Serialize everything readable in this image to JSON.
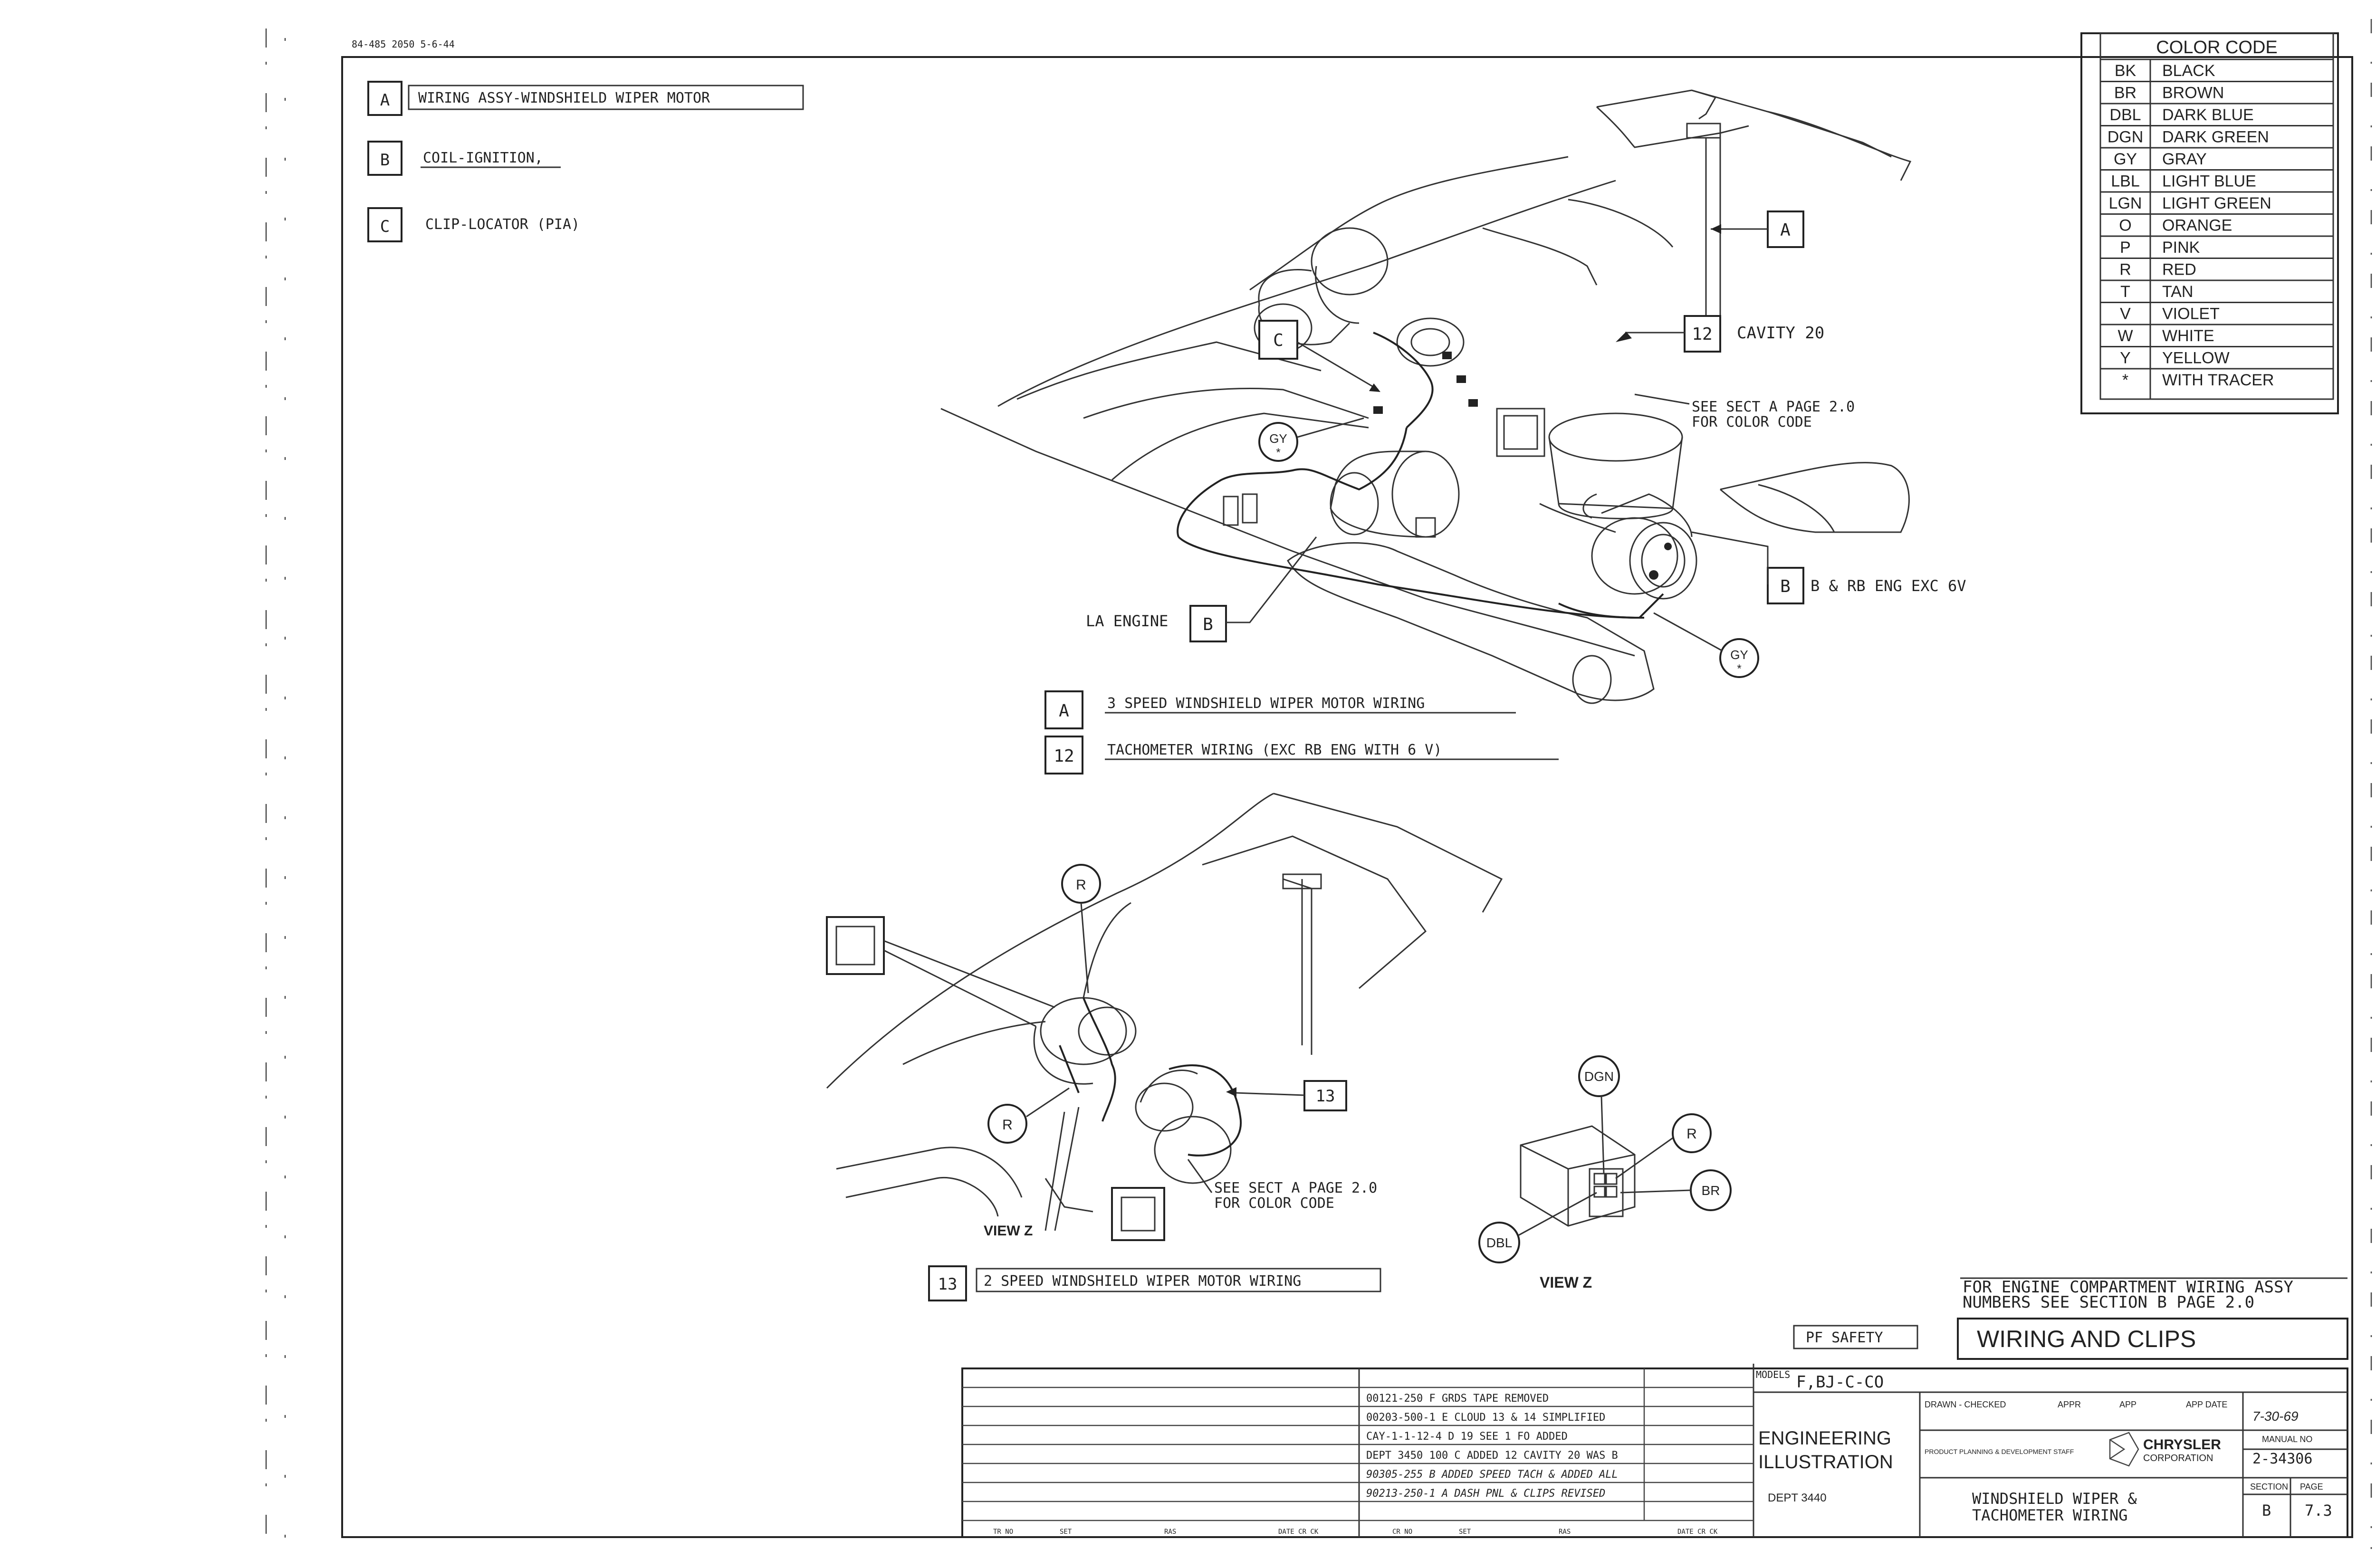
{
  "doc_code": "84-485 2050 5-6-44",
  "legend_top": [
    {
      "key": "A",
      "text": "WIRING ASSY-WINDSHIELD WIPER MOTOR"
    },
    {
      "key": "B",
      "text": "COIL-IGNITION,"
    },
    {
      "key": "C",
      "text": "CLIP-LOCATOR (PIA)"
    }
  ],
  "color_code": {
    "title": "COLOR CODE",
    "rows": [
      {
        "code": "BK",
        "name": "BLACK"
      },
      {
        "code": "BR",
        "name": "BROWN"
      },
      {
        "code": "DBL",
        "name": "DARK BLUE"
      },
      {
        "code": "DGN",
        "name": "DARK GREEN"
      },
      {
        "code": "GY",
        "name": "GRAY"
      },
      {
        "code": "LBL",
        "name": "LIGHT BLUE"
      },
      {
        "code": "LGN",
        "name": "LIGHT GREEN"
      },
      {
        "code": "O",
        "name": "ORANGE"
      },
      {
        "code": "P",
        "name": "PINK"
      },
      {
        "code": "R",
        "name": "RED"
      },
      {
        "code": "T",
        "name": "TAN"
      },
      {
        "code": "V",
        "name": "VIOLET"
      },
      {
        "code": "W",
        "name": "WHITE"
      },
      {
        "code": "Y",
        "name": "YELLOW"
      },
      {
        "code": "*",
        "name": "WITH TRACER"
      }
    ]
  },
  "upper_view": {
    "callout_a": "A",
    "callout_12": "12",
    "cavity_label": "CAVITY 20",
    "callout_c": "C",
    "see_sect_line1": "SEE SECT A PAGE 2.0",
    "see_sect_line2": "FOR COLOR CODE",
    "gy_left": "GY",
    "gy_right": "GY",
    "tracer_mark": "*",
    "callout_b_right": "B",
    "b_rb_label": "B & RB ENG EXC 6V",
    "la_engine_label": "LA ENGINE",
    "callout_b_left": "B",
    "caption_a_key": "A",
    "caption_a_text": "3 SPEED WINDSHIELD WIPER MOTOR WIRING",
    "caption_12_key": "12",
    "caption_12_text": "TACHOMETER WIRING (EXC RB ENG WITH 6 V)"
  },
  "lower_view": {
    "wire_r_top": "R",
    "wire_r_left": "R",
    "callout_13": "13",
    "see_sect_line1": "SEE SECT A PAGE 2.0",
    "see_sect_line2": "FOR COLOR CODE",
    "view_z_pointer": "VIEW Z",
    "caption_13_key": "13",
    "caption_13_text": "2 SPEED WINDSHIELD WIPER MOTOR WIRING",
    "detail_dgn": "DGN",
    "detail_r": "R",
    "detail_br": "BR",
    "detail_dbl": "DBL",
    "detail_view_label": "VIEW Z"
  },
  "footer": {
    "note_line1": "FOR ENGINE COMPARTMENT WIRING ASSY",
    "note_line2": "NUMBERS SEE SECTION B PAGE 2.0",
    "pf_safety": "PF SAFETY",
    "title": "WIRING AND CLIPS",
    "models_label": "MODELS",
    "models_value": "F,BJ-C-CO",
    "eng_line1": "ENGINEERING",
    "eng_line2": "ILLUSTRATION",
    "dept": "DEPT 3440",
    "drawn_label": "DRAWN - CHECKED",
    "appr_label": "APPR",
    "app_label": "APP",
    "app_date_label": "APP DATE",
    "date_value": "7-30-69",
    "manual_label": "MANUAL NO",
    "manual_value": "2-34306",
    "product_planning": "PRODUCT PLANNING & DEVELOPMENT STAFF",
    "chrysler_line1": "CHRYSLER",
    "chrysler_line2": "CORPORATION",
    "subject_line1": "WINDSHIELD WIPER &",
    "subject_line2": "TACHOMETER WIRING",
    "section_label": "SECTION",
    "page_label": "PAGE",
    "section_value": "B",
    "page_value": "7.3",
    "revisions": [
      "00121-250 F GRDS TAPE REMOVED",
      "00203-500-1 E CLOUD 13 & 14 SIMPLIFIED",
      "CAY-1-1-12-4 D 19 SEE 1 FO ADDED",
      "DEPT 3450 100 C ADDED 12 CAVITY 20 WAS B",
      "90305-255 B ADDED SPEED TACH & ADDED ALL",
      "90213-250-1 A DASH PNL & CLIPS REVISED"
    ],
    "rev_columns": [
      "TR NO",
      "SET",
      "RAS",
      "DATE CR CK",
      "CR NO",
      "SET",
      "RAS",
      "DATE CR CK"
    ]
  }
}
